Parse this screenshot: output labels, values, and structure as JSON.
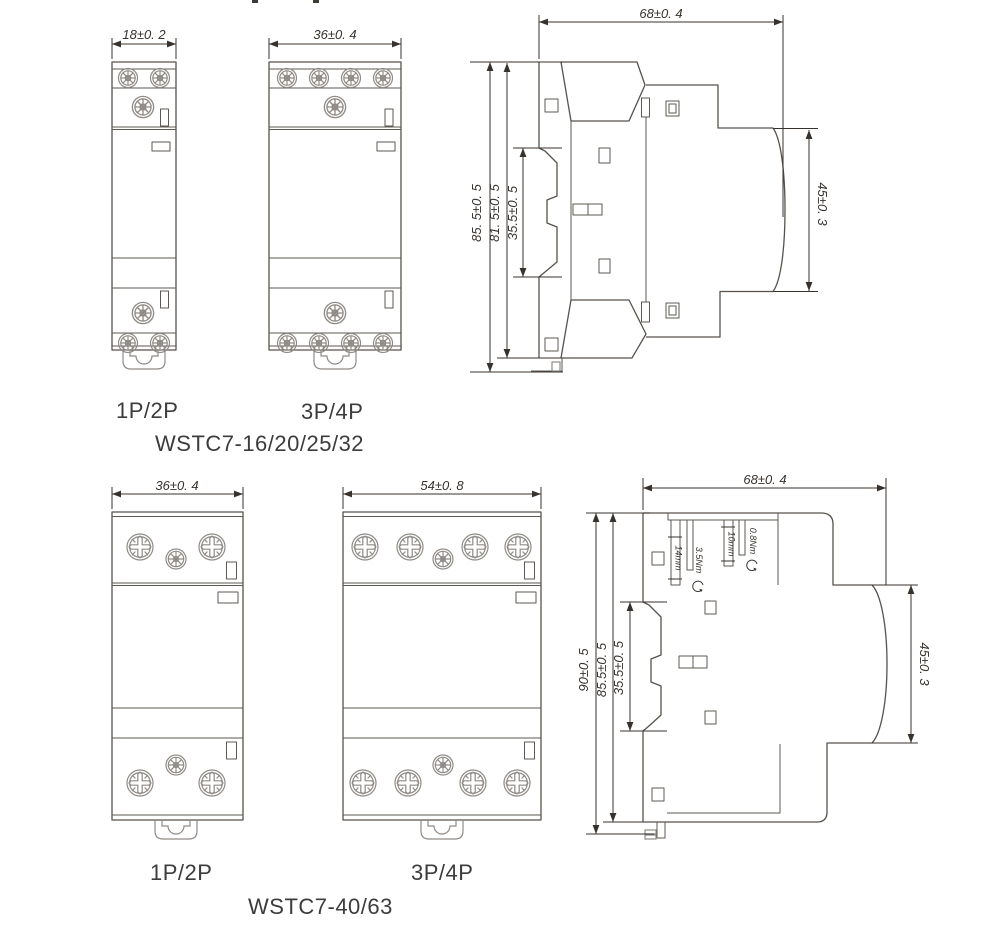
{
  "colors": {
    "background": "#ffffff",
    "outline": "#57524c",
    "detail": "#8f8b86",
    "dimension": "#37322d",
    "caption_text": "#3c3c3c"
  },
  "top": {
    "model_label": "WSTC7-16/20/25/32",
    "front_small": {
      "width_dim": "18±0. 2",
      "caption": "1P/2P"
    },
    "front_large": {
      "width_dim": "36±0. 4",
      "caption": "3P/4P"
    },
    "side": {
      "width_dim": "68±0. 4",
      "height_outer": "85. 5±0. 5",
      "height_inner": "81. 5±0. 5",
      "rail_recess": "35.5±0. 5",
      "front_height": "45±0. 3"
    }
  },
  "bottom": {
    "model_label": "WSTC7-40/63",
    "front_small": {
      "width_dim": "36±0. 4",
      "caption": "1P/2P"
    },
    "front_large": {
      "width_dim": "54±0. 8",
      "caption": "3P/4P"
    },
    "side": {
      "width_dim": "68±0. 4",
      "height_outer": "90±0. 5",
      "height_inner": "85.5±0. 5",
      "rail_recess": "35.5±0. 5",
      "front_height": "45±0. 3",
      "wire_strip_a": "14mm",
      "torque_a": "3.5Nm",
      "wire_strip_b": "10mm",
      "torque_b": "0.8Nm"
    }
  }
}
